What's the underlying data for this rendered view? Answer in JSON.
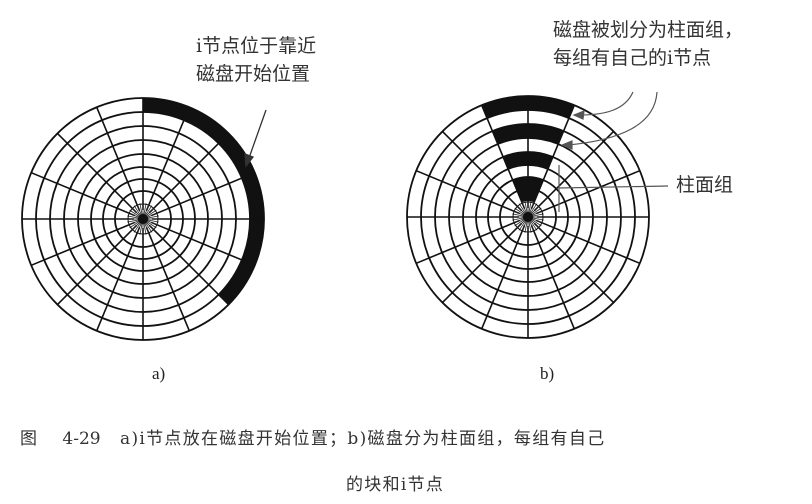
{
  "figure": {
    "panel_a": {
      "label": "a)",
      "annotation": [
        "i节点位于靠近",
        "磁盘开始位置"
      ]
    },
    "panel_b": {
      "label": "b)",
      "annotation": [
        "磁盘被划分为柱面组，",
        "每组有自己的i节点"
      ],
      "cylinder_group_label": "柱面组"
    },
    "caption": {
      "prefix": "图",
      "number": "4-29",
      "line1": "a)i节点放在磁盘开始位置；b)磁盘分为柱面组，每组有自己",
      "line2": "的块和i节点"
    },
    "colors": {
      "ink": "#111111",
      "background": "#ffffff"
    }
  }
}
